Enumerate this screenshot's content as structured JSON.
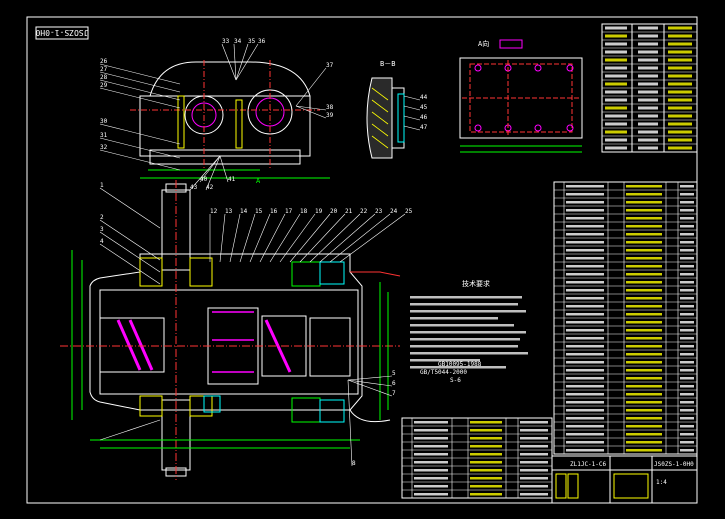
{
  "drawing": {
    "stamp": "JSOZS-1-0H0",
    "view_a_label": "A向",
    "section_label": "B－B",
    "dim_a": "A",
    "tech_title": "技术要求",
    "tech_std_1": "GB10095-1988",
    "tech_std_2": "GB/T5044-2000",
    "tech_value_s": "S-6"
  },
  "leaders_top": [
    "26",
    "27",
    "28",
    "29",
    "30",
    "31",
    "32",
    "33",
    "34",
    "35",
    "36",
    "37",
    "38",
    "39",
    "40",
    "41",
    "42",
    "43"
  ],
  "leaders_main_left": [
    "1",
    "2",
    "3",
    "4"
  ],
  "leaders_main_top": [
    "12",
    "13",
    "14",
    "15",
    "16",
    "17",
    "18",
    "19",
    "20",
    "21",
    "22",
    "23",
    "24",
    "25"
  ],
  "leaders_main_right": [
    "5",
    "6",
    "7",
    "8"
  ],
  "leaders_section": [
    "44",
    "45",
    "46",
    "47"
  ],
  "title_block": {
    "drawing_no": "JS0ZS-1-0H0",
    "scale": "1:4",
    "part_code": "ZL1JC-1-C6"
  },
  "colors": {
    "line": "#ffffff",
    "hidden": "#ff3333",
    "center": "#ff3333",
    "dim": "#00ff00",
    "cyan": "#00ffff",
    "magenta": "#ff00ff",
    "yellow": "#ffff00",
    "blue": "#4040ff"
  }
}
